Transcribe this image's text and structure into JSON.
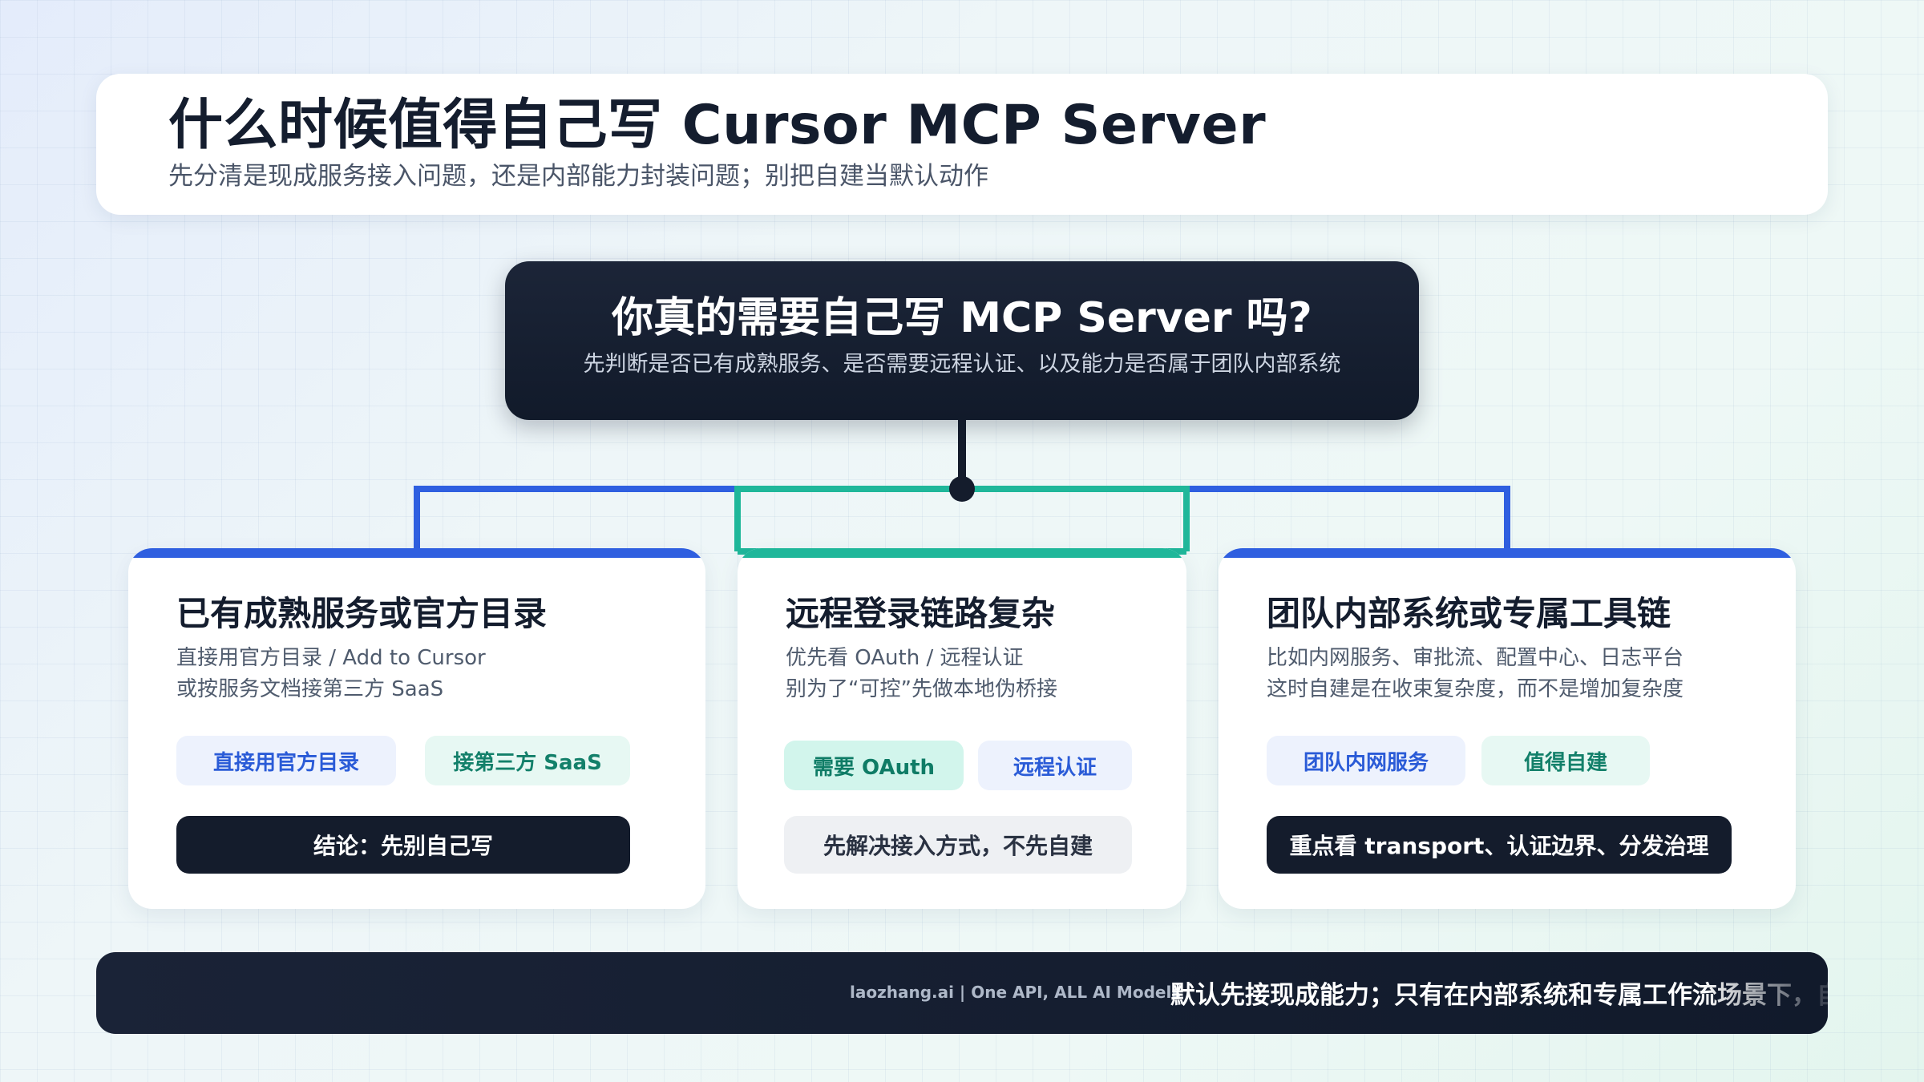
{
  "header": {
    "title": "什么时候值得自己写 Cursor MCP Server",
    "subtitle": "先分清是现成服务接入问题，还是内部能力封装问题；别把自建当默认动作"
  },
  "question": {
    "title": "你真的需要自己写 MCP Server 吗?",
    "subtitle": "先判断是否已有成熟服务、是否需要远程认证、以及能力是否属于团队内部系统"
  },
  "colors": {
    "accent_blue": "#2f5fe0",
    "accent_teal": "#1fb79a",
    "dark": "#141c2c"
  },
  "cards": [
    {
      "title": "已有成熟服务或官方目录",
      "line1": "直接用官方目录 / Add to Cursor",
      "line2": "或按服务文档接第三方 SaaS",
      "chip1": "直接用官方目录",
      "chip2": "接第三方 SaaS",
      "conclusion": "结论：先别自己写"
    },
    {
      "title": "远程登录链路复杂",
      "line1": "优先看 OAuth / 远程认证",
      "line2": "别为了“可控”先做本地伪桥接",
      "chip1": "需要 OAuth",
      "chip2": "远程认证",
      "conclusion": "先解决接入方式，不先自建"
    },
    {
      "title": "团队内部系统或专属工具链",
      "line1": "比如内网服务、审批流、配置中心、日志平台",
      "line2": "这时自建是在收束复杂度，而不是增加复杂度",
      "chip1": "团队内网服务",
      "chip2": "值得自建",
      "conclusion": "重点看 transport、认证边界、分发治理"
    }
  ],
  "footer": {
    "brand": "laozhang.ai | One API, ALL AI Models",
    "text": "默认先接现成能力；只有在内部系统和专属工作流场景下，自建才"
  }
}
